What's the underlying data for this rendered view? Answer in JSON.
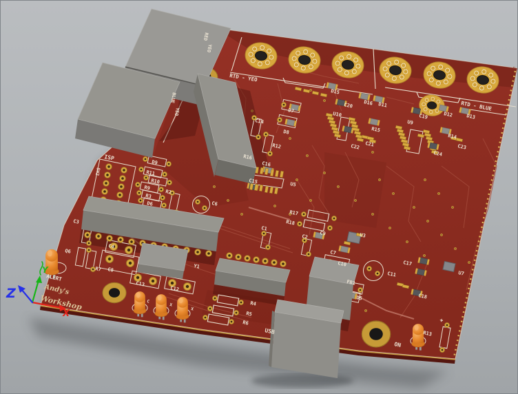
{
  "axis": {
    "x": "X",
    "y": "Y",
    "z": "Z"
  },
  "logo": {
    "line1": "Andy's",
    "line2": "Workshop"
  },
  "board": {
    "colors": {
      "board_red": "#8e2c20",
      "silkscreen": "#ece4d4",
      "pad_gold": "#d9a93f",
      "connector_gray": "#96958f",
      "led_orange": "#e0852f",
      "axis_x": "#e3241a",
      "axis_y": "#17b517",
      "axis_z": "#2530e8",
      "background": "#b7babd"
    },
    "edge_labels": {
      "wire1": "RED",
      "wire2": "YEO",
      "wire3": "BLUE",
      "wire4": "YEO",
      "group_left": "RTD - YEO",
      "group_right": "RTD - BLUE"
    },
    "silkscreen": {
      "isp": "ISP",
      "sw2": "SW2",
      "d9": "D9",
      "r11": "R11",
      "r10": "R10",
      "r9": "R9",
      "r3": "R3",
      "d6": "D6",
      "r2": "R2",
      "c6": "C6",
      "c3": "C3",
      "q6": "Q6",
      "r7": "R7",
      "c4": "C4",
      "c8": "C8",
      "c13": "C13",
      "c12": "C12",
      "y1": "Y1",
      "alert": "ALERT",
      "r4": "R4",
      "r5": "R5",
      "r6": "R6",
      "usb": "USB",
      "c14": "C14",
      "d7": "D7",
      "d8": "D8",
      "r12": "R12",
      "r16": "R16",
      "c16": "C16",
      "c15": "C15",
      "u5": "U5",
      "d15": "D15",
      "c20": "C20",
      "u10": "U10",
      "c22": "C22",
      "c21": "C21",
      "r15": "R15",
      "d16": "D16",
      "d11": "D11",
      "c19": "C19",
      "u9": "U9",
      "d12": "D12",
      "d13": "D13",
      "r14": "R14",
      "c23": "C23",
      "c24": "C24",
      "r17": "R17",
      "r18": "R18",
      "c1": "C1",
      "c2": "C2",
      "c9": "C9",
      "u3": "U3",
      "c7": "C7",
      "c10": "C10",
      "c11": "C11",
      "fb1": "FB1",
      "c17": "C17",
      "c18": "C18",
      "u7": "U7",
      "d5": "D5",
      "on": "ON",
      "r13": "R13",
      "plus": "+",
      "led_a": "C",
      "led_b": "X",
      "led_c": "X"
    }
  }
}
